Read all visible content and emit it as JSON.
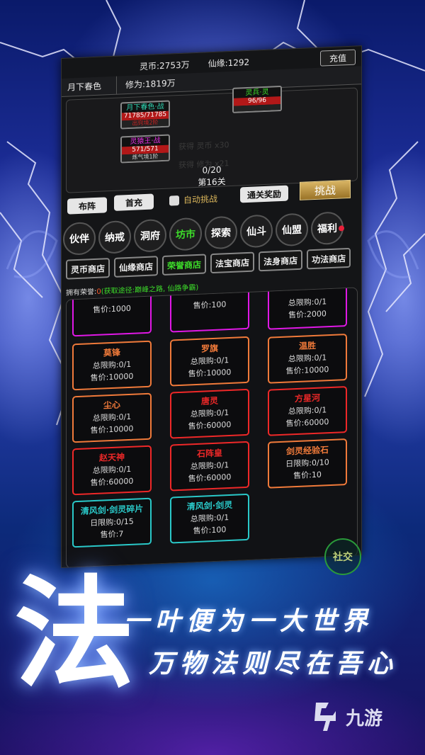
{
  "header": {
    "player_name": "月下春色",
    "cultivation": "修为:1819万",
    "spirit_coin": "灵币:2753万",
    "fate": "仙缘:1292",
    "recharge_label": "充值"
  },
  "battle": {
    "units": [
      {
        "title": "月下春色·战",
        "hp": "71785/71785",
        "sub": "出窍境2阶",
        "title_color": "#2fd3b0",
        "sub_color": "#c22"
      },
      {
        "title": "灵猿王·战",
        "hp": "571/571",
        "sub": "炼气境1阶",
        "title_color": "#e030e0",
        "sub_color": "#ccc"
      },
      {
        "title": "灵兵·灵",
        "hp": "96/96",
        "sub": "",
        "title_color": "#3ddc2a",
        "sub_color": "#ccc"
      }
    ],
    "log": [
      "获得 灵币 x30",
      "获得 修为 x21"
    ],
    "progress": "0/20",
    "stage": "第16关"
  },
  "actions": {
    "formation_label": "布阵",
    "first_charge_label": "首充",
    "auto_battle_label": "自动挑战",
    "clear_reward_label": "通关奖励",
    "challenge_label": "挑战"
  },
  "nav": {
    "items": [
      "伙伴",
      "纳戒",
      "洞府",
      "坊市",
      "探索",
      "仙斗",
      "仙盟",
      "福利"
    ],
    "active": "坊市"
  },
  "shops": {
    "tabs": [
      "灵币商店",
      "仙缘商店",
      "荣誉商店",
      "法宝商店",
      "法身商店",
      "功法商店"
    ],
    "active": "荣誉商店"
  },
  "honor": {
    "label": "拥有荣誉:",
    "value": "0",
    "hint": "(获取途径:巅峰之路, 仙路争霸)"
  },
  "items": [
    {
      "name": "",
      "limit": "",
      "price": "售价:1000",
      "color": "#e018e6"
    },
    {
      "name": "",
      "limit": "",
      "price": "售价:100",
      "color": "#e018e6"
    },
    {
      "name": "",
      "limit": "总限购:0/1",
      "price": "售价:2000",
      "color": "#e018e6"
    },
    {
      "name": "莫锋",
      "limit": "总限购:0/1",
      "price": "售价:10000",
      "color": "#f07a3a"
    },
    {
      "name": "罗旗",
      "limit": "总限购:0/1",
      "price": "售价:10000",
      "color": "#f07a3a"
    },
    {
      "name": "温胜",
      "limit": "总限购:0/1",
      "price": "售价:10000",
      "color": "#f07a3a"
    },
    {
      "name": "尘心",
      "limit": "总限购:0/1",
      "price": "售价:10000",
      "color": "#f07a3a"
    },
    {
      "name": "唐灵",
      "limit": "总限购:0/1",
      "price": "售价:60000",
      "color": "#ee2828"
    },
    {
      "name": "方星河",
      "limit": "总限购:0/1",
      "price": "售价:60000",
      "color": "#ee2828"
    },
    {
      "name": "赵天神",
      "limit": "总限购:0/1",
      "price": "售价:60000",
      "color": "#ee2828"
    },
    {
      "name": "石阵皇",
      "limit": "总限购:0/1",
      "price": "售价:60000",
      "color": "#ee2828"
    },
    {
      "name": "剑灵经验石",
      "limit": "日限购:0/10",
      "price": "售价:10",
      "color": "#f07a3a"
    },
    {
      "name": "清风剑·剑灵碎片",
      "limit": "日限购:0/15",
      "price": "售价:7",
      "color": "#2ac8c8"
    },
    {
      "name": "清风剑·剑灵",
      "limit": "总限购:0/1",
      "price": "售价:100",
      "color": "#2ac8c8"
    }
  ],
  "social_label": "社交",
  "promo": {
    "big_char": "法",
    "line1": "一叶便为一大世界",
    "line2": "万物法则尽在吾心"
  },
  "watermark": {
    "brand": "九游"
  }
}
